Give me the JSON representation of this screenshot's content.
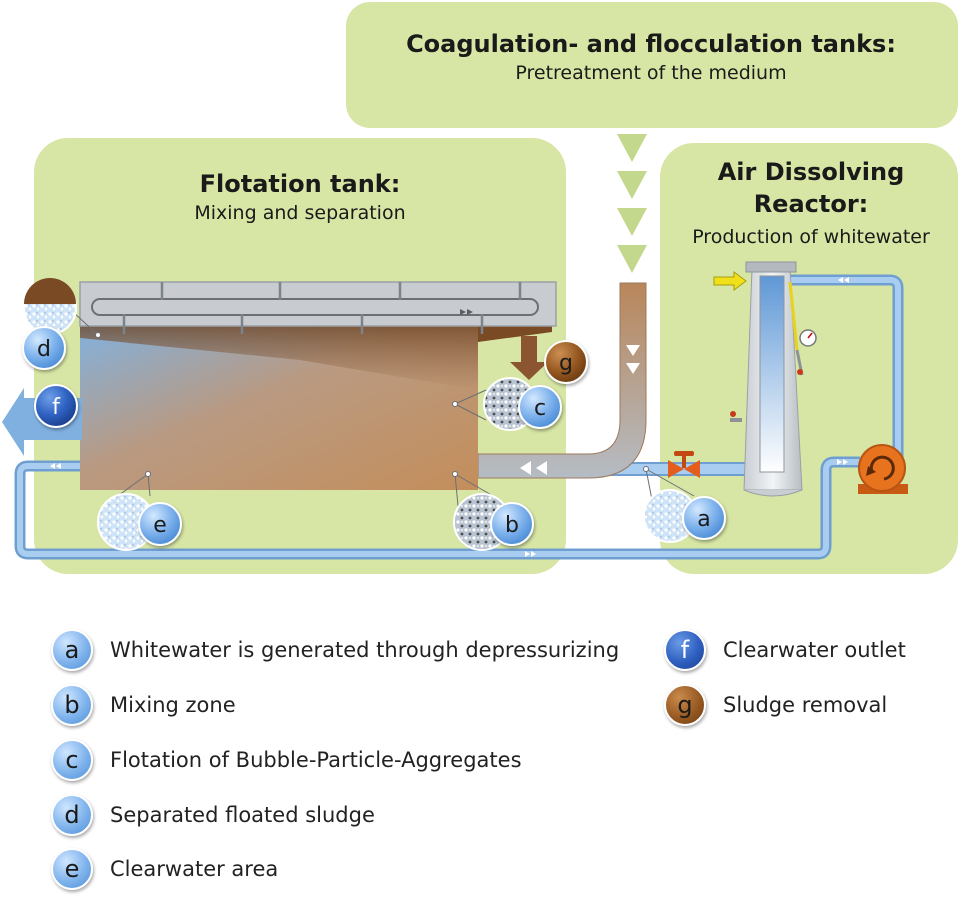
{
  "colors": {
    "panel_green": "#d7e6a5",
    "water_blue": "#7fb0e0",
    "sludge_brown": "#8a5530",
    "pipe_blue": "#9cc3ea",
    "pipe_brown": "#b8875a",
    "pump_orange": "#e8731e"
  },
  "panels": {
    "coagulation": {
      "title": "Coagulation- and flocculation tanks:",
      "subtitle": "Pretreatment of the medium"
    },
    "flotation": {
      "title": "Flotation tank:",
      "subtitle": "Mixing and separation"
    },
    "reactor": {
      "title_line1": "Air Dissolving",
      "title_line2": "Reactor:",
      "subtitle": "Production of whitewater"
    }
  },
  "markers": {
    "a": "a",
    "b": "b",
    "c": "c",
    "d": "d",
    "e": "e",
    "f": "f",
    "g": "g"
  },
  "legend": [
    {
      "letter": "a",
      "text": "Whitewater is generated through depressurizing",
      "style": "light"
    },
    {
      "letter": "b",
      "text": "Mixing zone",
      "style": "light"
    },
    {
      "letter": "c",
      "text": "Flotation of Bubble-Particle-Aggregates",
      "style": "light"
    },
    {
      "letter": "d",
      "text": "Separated floated sludge",
      "style": "light"
    },
    {
      "letter": "e",
      "text": "Clearwater area",
      "style": "light"
    },
    {
      "letter": "f",
      "text": "Clearwater outlet",
      "style": "dark"
    },
    {
      "letter": "g",
      "text": "Sludge removal",
      "style": "brown"
    }
  ]
}
